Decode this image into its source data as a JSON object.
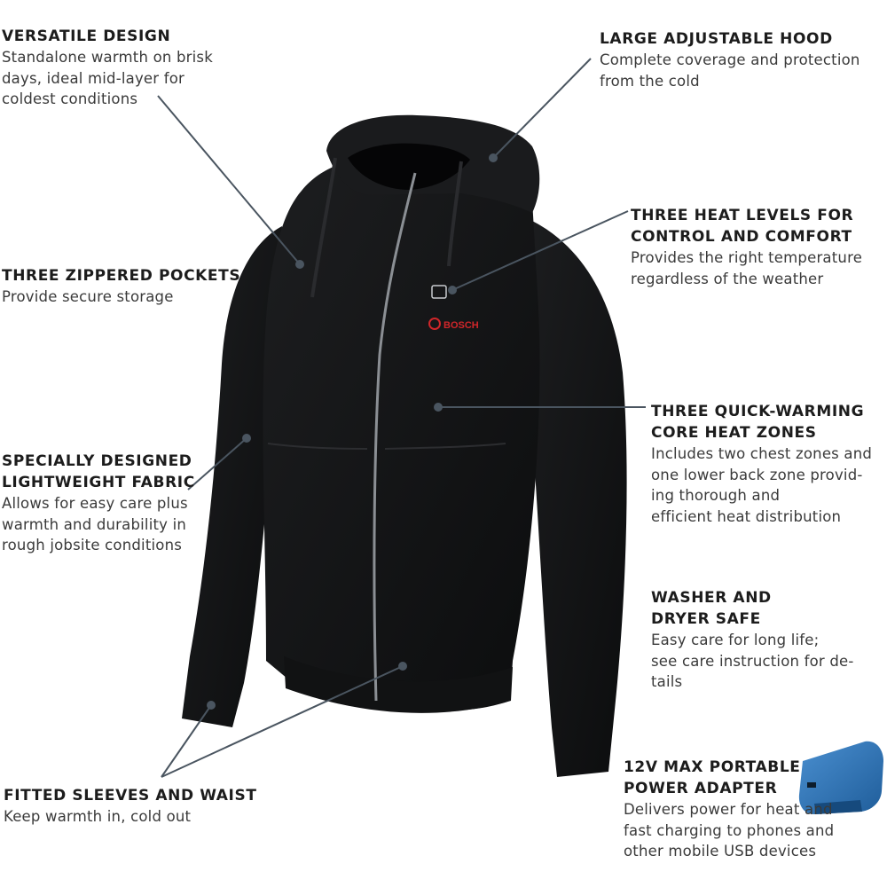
{
  "brand": "BOSCH",
  "callouts": {
    "versatile": {
      "title": "VERSATILE DESIGN",
      "lines": [
        "Standalone warmth on brisk",
        "days, ideal mid-layer for",
        "coldest conditions"
      ]
    },
    "hood": {
      "title": "LARGE ADJUSTABLE HOOD",
      "lines": [
        "Complete coverage and protection",
        "from the cold"
      ]
    },
    "heat_levels": {
      "title": [
        "THREE HEAT LEVELS FOR",
        "CONTROL AND COMFORT"
      ],
      "lines": [
        "Provides the right temperature",
        "regardless of the weather"
      ]
    },
    "pockets": {
      "title": "THREE ZIPPERED POCKETS",
      "lines": [
        "Provide secure storage"
      ]
    },
    "core_zones": {
      "title": [
        "THREE QUICK-WARMING",
        "CORE HEAT ZONES"
      ],
      "lines": [
        "Includes two chest zones and",
        "one lower back zone provid-",
        "ing thorough and",
        "efficient heat distribution"
      ]
    },
    "fabric": {
      "title": [
        "SPECIALLY DESIGNED",
        "LIGHTWEIGHT FABRIC"
      ],
      "lines": [
        "Allows for easy care plus",
        "warmth and durability in",
        "rough jobsite conditions"
      ]
    },
    "washer": {
      "title": [
        "WASHER AND",
        "DRYER SAFE"
      ],
      "lines": [
        "Easy care for long life;",
        "see care instruction for de-",
        "tails"
      ]
    },
    "sleeves": {
      "title": "FITTED SLEEVES AND WAIST",
      "lines": [
        "Keep warmth in, cold out"
      ]
    },
    "adapter": {
      "title": [
        "12V MAX PORTABLE",
        "POWER ADAPTER"
      ],
      "lines": [
        "Delivers power for heat and",
        "fast charging to phones and",
        "other mobile USB devices"
      ]
    }
  },
  "colors": {
    "jacket": "#141516",
    "leader": "#4a5560",
    "adapter": "#2e6fae",
    "brand_red": "#d0262a"
  }
}
